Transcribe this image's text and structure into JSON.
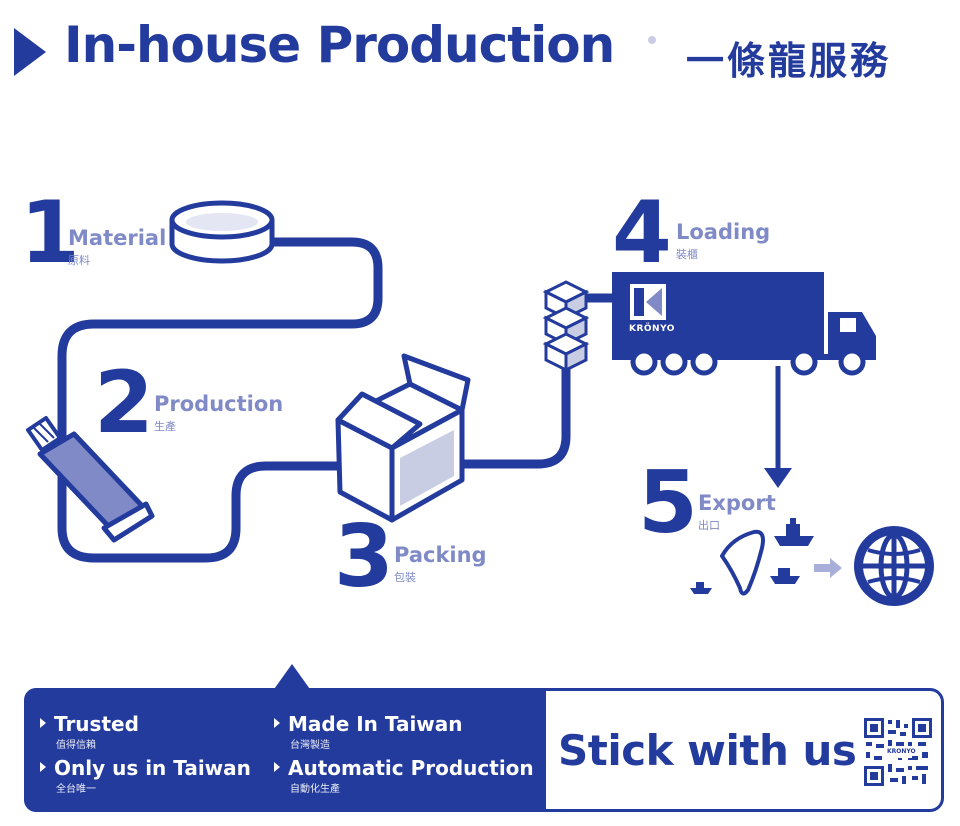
{
  "header": {
    "title": "In-house Production",
    "title_zh": "一條龍服務"
  },
  "steps": [
    {
      "number": "1",
      "label": "Material",
      "sub": "原料"
    },
    {
      "number": "2",
      "label": "Production",
      "sub": "生產"
    },
    {
      "number": "3",
      "label": "Packing",
      "sub": "包裝"
    },
    {
      "number": "4",
      "label": "Loading",
      "sub": "裝櫃"
    },
    {
      "number": "5",
      "label": "Export",
      "sub": "出口"
    }
  ],
  "truck": {
    "brand": "KRÖNYO"
  },
  "features": [
    {
      "label": "Trusted",
      "sub": "值得信賴"
    },
    {
      "label": "Made In Taiwan",
      "sub": "台灣製造"
    },
    {
      "label": "Only us in Taiwan",
      "sub": "全台唯一"
    },
    {
      "label": "Automatic Production",
      "sub": "自動化生產"
    }
  ],
  "cta": {
    "text": "Stick with us!",
    "qr_brand": "KRONYO"
  },
  "colors": {
    "primary": "#243b9e",
    "secondary": "#7f8ac7",
    "light": "#c9cde3",
    "white": "#ffffff"
  }
}
